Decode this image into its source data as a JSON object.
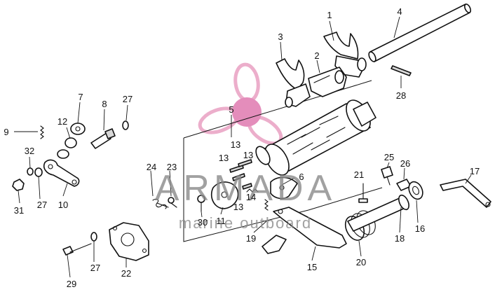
{
  "watermark": {
    "brand": "ARMADA",
    "tagline": "marine outboard",
    "logo_color": "#e9a0c2",
    "logo_center_color": "#e07ab0",
    "text_color": "#8a8a8a"
  },
  "callouts": [
    {
      "id": "c1",
      "label": "1"
    },
    {
      "id": "c2",
      "label": "2"
    },
    {
      "id": "c3",
      "label": "3"
    },
    {
      "id": "c4",
      "label": "4"
    },
    {
      "id": "c5",
      "label": "5"
    },
    {
      "id": "c6",
      "label": "6"
    },
    {
      "id": "c7",
      "label": "7"
    },
    {
      "id": "c8",
      "label": "8"
    },
    {
      "id": "c9",
      "label": "9"
    },
    {
      "id": "c10",
      "label": "10"
    },
    {
      "id": "c11",
      "label": "11"
    },
    {
      "id": "c12",
      "label": "12"
    },
    {
      "id": "c13a",
      "label": "13"
    },
    {
      "id": "c13b",
      "label": "13"
    },
    {
      "id": "c13c",
      "label": "13"
    },
    {
      "id": "c13d",
      "label": "13"
    },
    {
      "id": "c14",
      "label": "14"
    },
    {
      "id": "c15",
      "label": "15"
    },
    {
      "id": "c16",
      "label": "16"
    },
    {
      "id": "c17",
      "label": "17"
    },
    {
      "id": "c18",
      "label": "18"
    },
    {
      "id": "c19",
      "label": "19"
    },
    {
      "id": "c20",
      "label": "20"
    },
    {
      "id": "c21",
      "label": "21"
    },
    {
      "id": "c22",
      "label": "22"
    },
    {
      "id": "c23",
      "label": "23"
    },
    {
      "id": "c24",
      "label": "24"
    },
    {
      "id": "c25",
      "label": "25"
    },
    {
      "id": "c26",
      "label": "26"
    },
    {
      "id": "c27a",
      "label": "27"
    },
    {
      "id": "c27b",
      "label": "27"
    },
    {
      "id": "c27c",
      "label": "27"
    },
    {
      "id": "c28",
      "label": "28"
    },
    {
      "id": "c29",
      "label": "29"
    },
    {
      "id": "c30",
      "label": "30"
    },
    {
      "id": "c31",
      "label": "31"
    },
    {
      "id": "c32",
      "label": "32"
    }
  ]
}
